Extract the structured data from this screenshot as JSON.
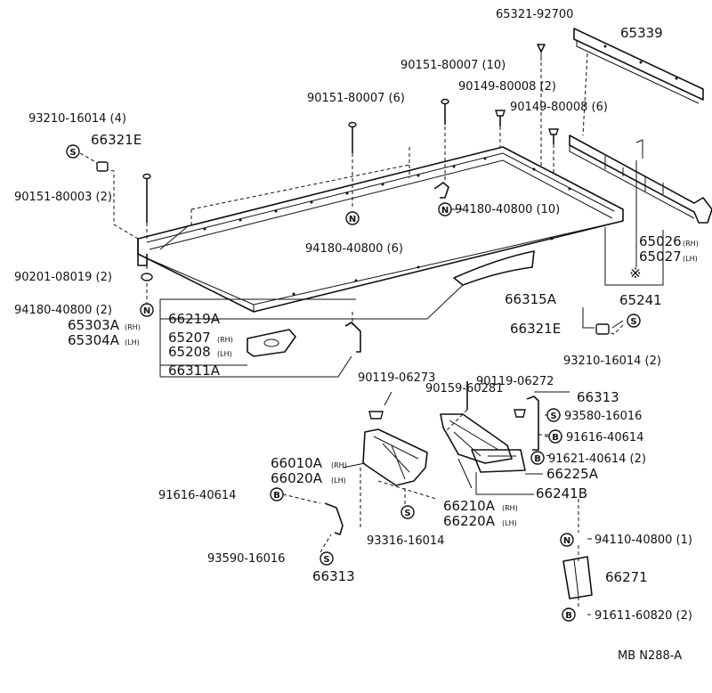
{
  "diagram": {
    "code": "MB N288-A",
    "labels": {
      "p65321_92700": "65321-92700",
      "p65339": "65339",
      "p90151_80007_10": "90151-80007 (10)",
      "p90149_80008_2": "90149-80008 (2)",
      "p90151_80007_6": "90151-80007 (6)",
      "p90149_80008_6": "90149-80008 (6)",
      "p93210_16014_4": "93210-16014 (4)",
      "p66321E_top": "66321E",
      "p90151_80003_2": "90151-80003 (2)",
      "p94180_40800_10": "94180-40800 (10)",
      "p94180_40800_6": "94180-40800 (6)",
      "p65026": "65026",
      "p65027": "65027",
      "p65241": "65241",
      "p90201_08019_2": "90201-08019 (2)",
      "p94180_40800_2": "94180-40800 (2)",
      "p66219A": "66219A",
      "p65303A": "65303A",
      "p65304A": "65304A",
      "p65207": "65207",
      "p65208": "65208",
      "p66311A": "66311A",
      "p66315A": "66315A",
      "p66321E_mid": "66321E",
      "p93210_16014_2": "93210-16014 (2)",
      "p90159_60281": "90159-60281",
      "p90119_06273": "90119-06273",
      "p90119_06272": "90119-06272",
      "p66313_right": "66313",
      "p93580_16016": "93580-16016",
      "p91616_40614_right": "91616-40614",
      "p91621_40614_2": "91621-40614 (2)",
      "p66225A": "66225A",
      "p66241B": "66241B",
      "p66010A": "66010A",
      "p66020A": "66020A",
      "p66210A": "66210A",
      "p66220A": "66220A",
      "p91616_40614_left": "91616-40614",
      "p93316_16014": "93316-16014",
      "p93590_16016": "93590-16016",
      "p66313_left": "66313",
      "p94110_40800_1": "94110-40800 (1)",
      "p66271": "66271",
      "p91611_60820_2": "91611-60820 (2)"
    },
    "suffixes": {
      "rh": "(RH)",
      "lh": "(LH)"
    },
    "symbols": {
      "s": "S",
      "n": "N",
      "b": "B",
      "asterisk": "※"
    }
  }
}
